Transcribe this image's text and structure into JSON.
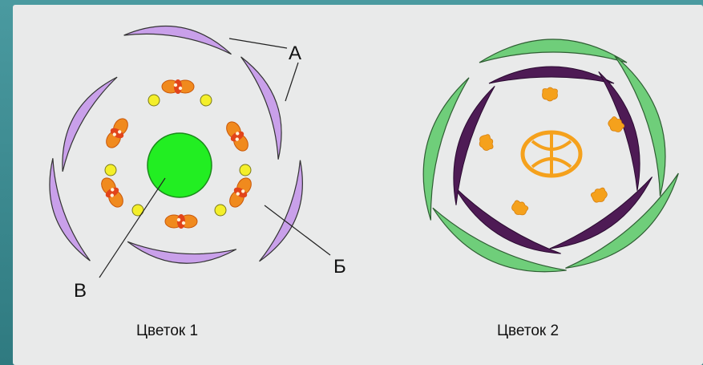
{
  "labels": {
    "a": "А",
    "b": "Б",
    "v": "В"
  },
  "captions": {
    "flower1": "Цветок 1",
    "flower2": "Цветок 2"
  },
  "colors": {
    "background": "#e9eaea",
    "frame": "#3f8a8f",
    "petal_violet": "#c9a0ea",
    "pistil_green": "#22ee22",
    "stamen_orange": "#f08a1e",
    "anther_yellow": "#f4ef2a",
    "sepal_green": "#6fce7a",
    "petal_dark_purple": "#4e1b55",
    "ovary_orange": "#f5a11c"
  }
}
